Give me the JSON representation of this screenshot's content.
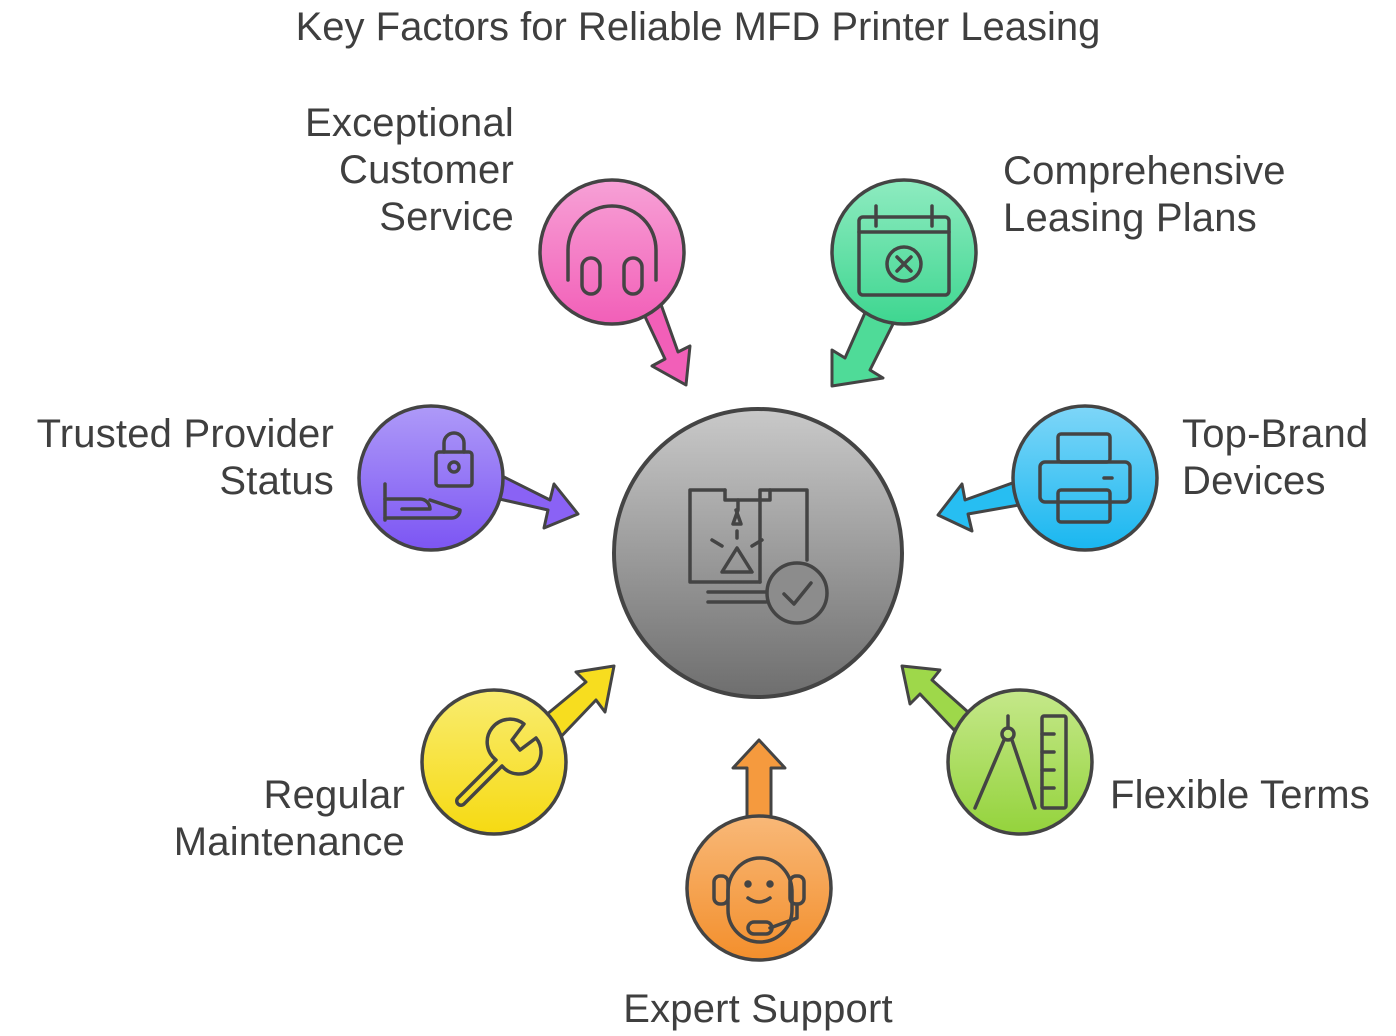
{
  "title": "Key Factors for Reliable MFD Printer Leasing",
  "center": {
    "icon": "quality-check-printer-icon"
  },
  "factors": [
    {
      "id": "customer-service",
      "label": "Exceptional\nCustomer\nService",
      "icon": "headphones-icon",
      "color": "#F25FB8"
    },
    {
      "id": "leasing-plans",
      "label": "Comprehensive\nLeasing Plans",
      "icon": "calendar-icon",
      "color": "#4FDB98"
    },
    {
      "id": "trusted-provider",
      "label": "Trusted Provider\nStatus",
      "icon": "lock-hand-icon",
      "color": "#8A62F5"
    },
    {
      "id": "top-brand",
      "label": "Top-Brand\nDevices",
      "icon": "printer-icon",
      "color": "#27BEF2"
    },
    {
      "id": "maintenance",
      "label": "Regular\nMaintenance",
      "icon": "wrench-icon",
      "color": "#F7DD1F"
    },
    {
      "id": "flexible-terms",
      "label": "Flexible Terms",
      "icon": "compass-ruler-icon",
      "color": "#9ED84A"
    },
    {
      "id": "expert-support",
      "label": "Expert Support",
      "icon": "support-agent-icon",
      "color": "#F59A3E"
    }
  ]
}
